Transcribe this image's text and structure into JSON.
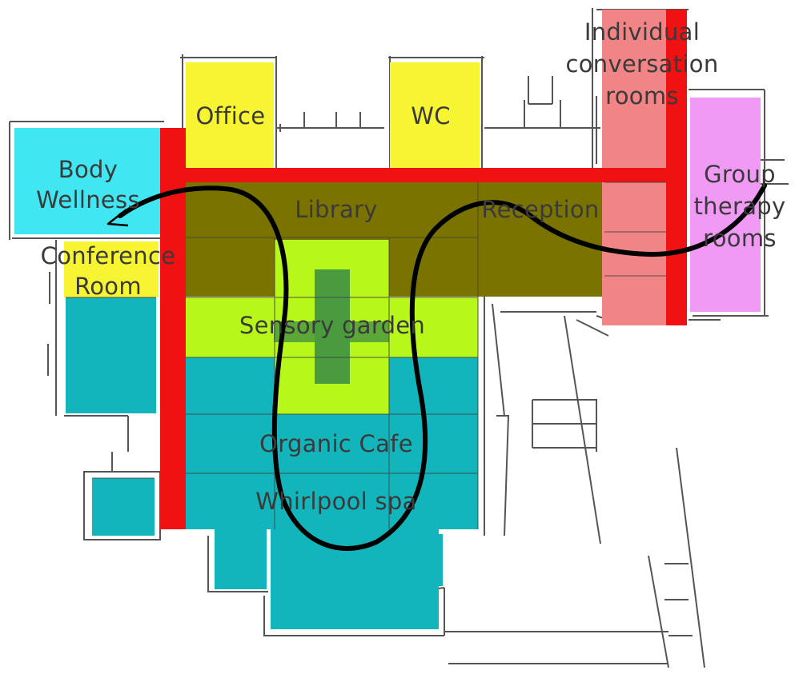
{
  "colors": {
    "cyan": "#40e6f2",
    "yellow": "#f7f432",
    "red": "#f01212",
    "olive": "#7a7300",
    "lime": "#b8f71a",
    "teal": "#12b5bb",
    "pink": "#f18585",
    "violet": "#f09af6",
    "cross": "#4a9a3e",
    "path": "#000000"
  },
  "labels": {
    "office": "Office",
    "wc": "WC",
    "individual_line1": "Individual",
    "individual_line2": "conversation",
    "individual_line3": "rooms",
    "body_line1": "Body",
    "body_line2": "Wellness",
    "library": "Library",
    "reception": "Reception",
    "group_line1": "Group",
    "group_line2": "therapy",
    "group_line3": "rooms",
    "conference_line1": "Conference",
    "conference_line2": "Room",
    "sensory": "Sensory garden",
    "cafe": "Organic Cafe",
    "spa": "Whirlpool spa"
  }
}
